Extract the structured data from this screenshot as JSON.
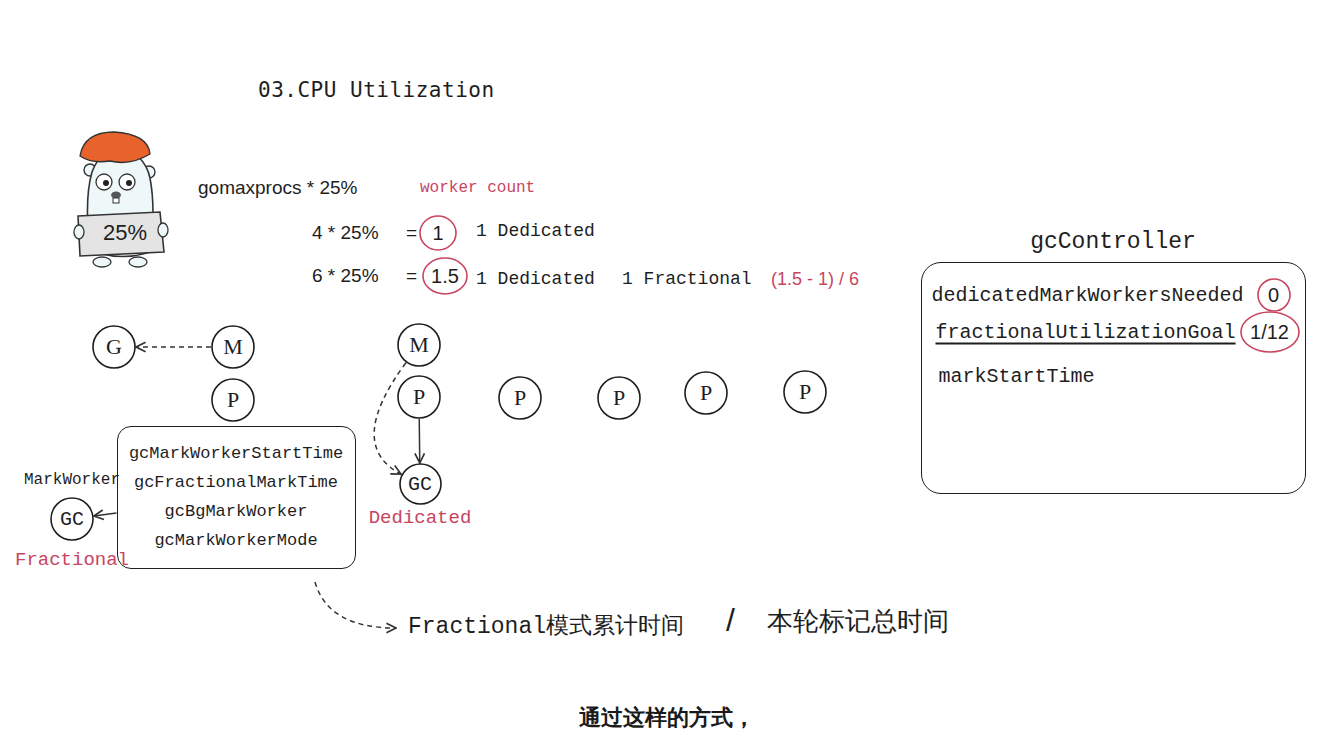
{
  "diagram": {
    "title": "03.CPU Utilization",
    "caption": "通过这样的方式，",
    "nodes": [
      {
        "text": [
          "1"
        ]
      },
      {
        "text": [
          "1.5"
        ]
      },
      {
        "text": [
          "gcController",
          "dedicatedMarkWorkersNeeded",
          "fractionalUtilizationGoal",
          "markStartTime"
        ]
      },
      {
        "text": [
          "0"
        ],
        "in": 2
      },
      {
        "text": [
          "1/12"
        ],
        "in": 2
      },
      {
        "text": [
          "G"
        ]
      },
      {
        "text": [
          "M"
        ]
      },
      {
        "text": [
          "M"
        ]
      },
      {
        "text": [
          "P"
        ]
      },
      {
        "text": [
          "P"
        ]
      },
      {
        "text": [
          "P"
        ]
      },
      {
        "text": [
          "P"
        ]
      },
      {
        "text": [
          "P"
        ]
      },
      {
        "text": [
          "P"
        ]
      },
      {
        "text": [
          "gcMarkWorkerStartTime",
          "gcFractionalMarkTime",
          "gcBgMarkWorker",
          "gcMarkWorkerMode"
        ]
      },
      {
        "text": [
          "GC",
          "Dedicated"
        ]
      },
      {
        "text": [
          "MarkWorker",
          "GC",
          "Fractional"
        ]
      }
    ],
    "edges": [
      {
        "from": 6,
        "to": 5,
        "arrow": "to"
      },
      {
        "from": 7,
        "to": 15,
        "arrow": "to"
      },
      {
        "from": 9,
        "to": 15,
        "arrow": "to"
      },
      {
        "from": 14,
        "to": 16,
        "arrow": "to"
      }
    ],
    "labels": [
      "25%",
      "gomaxprocs * 25%",
      "worker count",
      "4 * 25%",
      "=",
      "1 Dedicated",
      "6 * 25%",
      "=",
      "1 Dedicated",
      "1 Fractional",
      "(1.5 - 1) / 6",
      "Fractional模式累计时间",
      "/",
      "本轮标记总时间"
    ]
  }
}
